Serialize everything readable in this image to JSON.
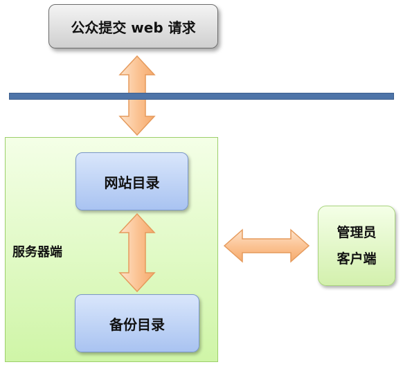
{
  "nodes": {
    "request": "公众提交 web 请求",
    "site_directory": "网站目录",
    "backup_directory": "备份目录",
    "server_label": "服务器端",
    "admin_line1": "管理员",
    "admin_line2": "客户端"
  },
  "colors": {
    "network_bar": "#4e74a8",
    "arrow_fill": "#fbc495",
    "arrow_stroke": "#e59a5c",
    "server_panel": "#d9f7b8",
    "blue_box": "#bcd2f6"
  }
}
